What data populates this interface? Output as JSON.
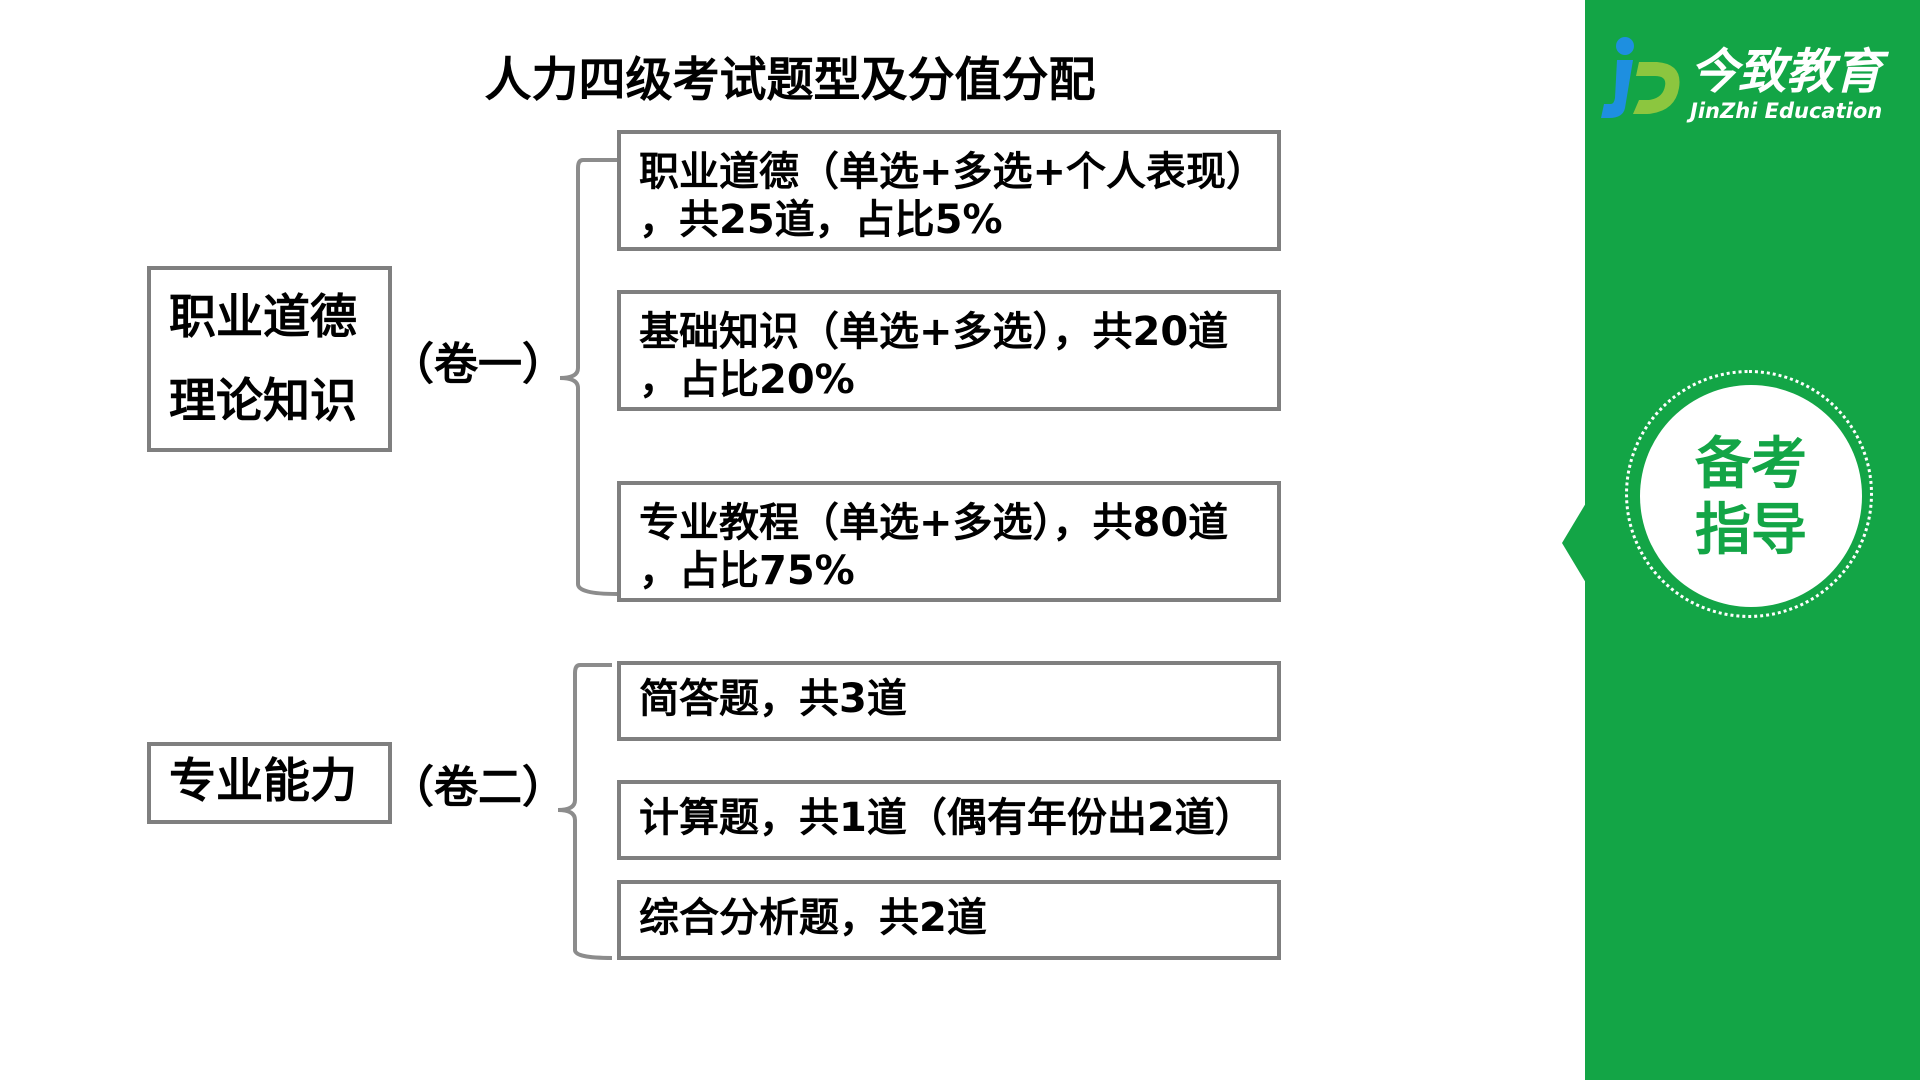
{
  "title": "人力四级考试题型及分值分配",
  "paper1": {
    "subject_line1": "职业道德",
    "subject_line2": "理论知识",
    "label": "（卷一）",
    "items": [
      {
        "line1": "职业道德（单选+多选+个人表现）",
        "line2": "，共25道，占比5%"
      },
      {
        "line1": "基础知识（单选+多选），共20道",
        "line2": "，占比20%"
      },
      {
        "line1": "专业教程（单选+多选），共80道",
        "line2": "，占比75%"
      }
    ]
  },
  "paper2": {
    "subject": "专业能力",
    "label": "（卷二）",
    "items": [
      {
        "line1": "简答题，共3道"
      },
      {
        "line1": "计算题，共1道（偶有年份出2道）"
      },
      {
        "line1": "综合分析题，共2道"
      }
    ]
  },
  "brand": {
    "name_cn": "今致教育",
    "name_en": "JinZhi Education",
    "badge": "备考指导"
  },
  "colors": {
    "sidebar": "#13a546",
    "box_border": "#7f7f7f",
    "logo": "#2a3b8f"
  }
}
